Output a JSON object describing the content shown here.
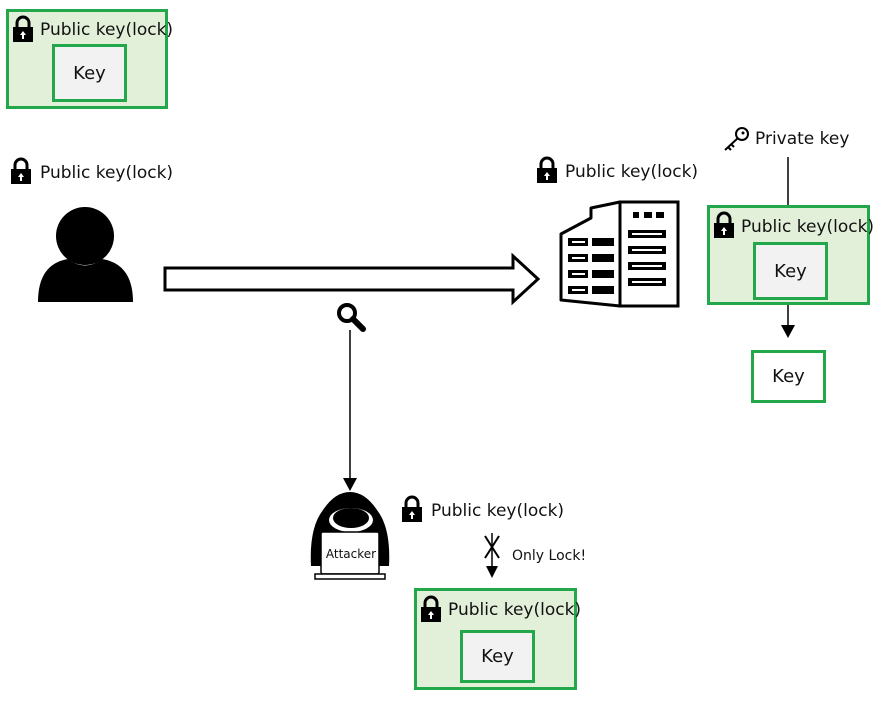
{
  "colors": {
    "box_fill": "#e2efd9",
    "box_border": "#22a84a",
    "key_fill": "#f2f2f2"
  },
  "labels": {
    "public_key_lock": "Public key(lock)",
    "key": "Key",
    "private_key": "Private key",
    "attacker": "Attacker",
    "only_lock": "Only Lock!"
  },
  "icons": [
    "lock-icon",
    "user-icon",
    "server-icon",
    "magnifier-icon",
    "private-key-icon",
    "hacker-icon"
  ]
}
